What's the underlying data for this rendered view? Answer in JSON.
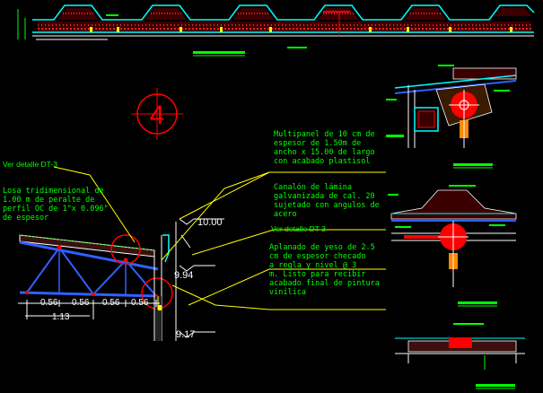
{
  "detail_marker": "4",
  "annotations": {
    "multipanel": [
      "Multipanel de 10 cm de",
      "espesor de 1.50m de",
      "ancho x 15.00 de largo",
      "con acabado plastisol"
    ],
    "canalon": [
      "Canalón de lámina",
      "galvanizada de cal. 20",
      "sujetado con angulos de",
      "acero"
    ],
    "ver_detalle_dt3_left": "Ver detalle DT-3",
    "losa": [
      "Losa tridimensional de",
      "1.00 m de peralte de",
      "perfil OC de 1\"x 0.096\"",
      "de espesor"
    ],
    "ver_detalle_dt3_right": "Ver detalle DT-3",
    "aplanado": [
      "Aplanado de yeso de 2.5",
      "cm de espesor checado",
      "a regla y nivel @ 3",
      "m. Listo para recibir",
      "acabado final de pintura",
      "vinílica"
    ]
  },
  "dimensions": {
    "d1": "0.56",
    "d2": "0.56",
    "d3": "0.56",
    "d4": "0.56",
    "total": "1.13",
    "elev_top": "10.00",
    "elev_mid": "9.94",
    "elev_bottom": "9.17"
  },
  "colors": {
    "background": "#000000",
    "text_green": "#00ff00",
    "red": "#ff0000",
    "yellow": "#ffff00",
    "white": "#ffffff",
    "cyan": "#00ffff",
    "blue": "#3060ff",
    "magenta": "#ff00ff"
  }
}
